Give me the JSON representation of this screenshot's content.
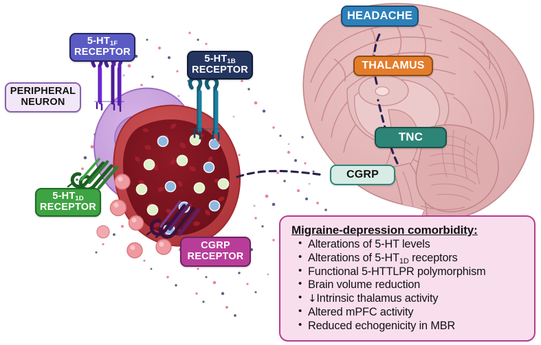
{
  "figure": {
    "kind": "migraine-pathophysiology-diagram",
    "background": "#ffffff"
  },
  "brain_labels": [
    {
      "id": "headache",
      "text": "HEADACHE",
      "fill": "#2d80b9",
      "border": "#1d4f75",
      "text_color": "#ffffff"
    },
    {
      "id": "thalamus",
      "text": "THALAMUS",
      "fill": "#e37d2c",
      "border": "#8e4a14",
      "text_color": "#ffffff"
    },
    {
      "id": "tnc",
      "text": "TNC",
      "fill": "#2d8577",
      "border": "#1b5048",
      "text_color": "#ffffff"
    },
    {
      "id": "cgrp",
      "text": "CGRP",
      "fill": "#d6ece4",
      "border": "#2d8577",
      "text_color": "#111111"
    }
  ],
  "cell_labels": {
    "peripheral_neuron": {
      "line1": "PERIPHERAL",
      "line2": "NEURON",
      "fill": "#f1e7f6",
      "border": "#8a5fae",
      "text_color": "#111111"
    },
    "receptor_5ht1f": {
      "line1_prefix": "5-HT",
      "line1_sub": "1F",
      "line2": "RECEPTOR",
      "fill": "#5b5bc4",
      "border": "#24245e",
      "text_color": "#ffffff"
    },
    "receptor_5ht1b": {
      "line1_prefix": "5-HT",
      "line1_sub": "1B",
      "line2": "RECEPTOR",
      "fill": "#243560",
      "border": "#121b33",
      "text_color": "#ffffff"
    },
    "receptor_5ht1d": {
      "line1_prefix": "5-HT",
      "line1_sub": "1D",
      "line2": "RECEPTOR",
      "fill": "#3ea342",
      "border": "#1d6b25",
      "text_color": "#ffffff"
    },
    "receptor_cgrp": {
      "line1": "CGRP",
      "line2": "RECEPTOR",
      "fill": "#b83d99",
      "border": "#6e2363",
      "text_color": "#ffffff"
    }
  },
  "comorbidity_panel": {
    "title": "Migraine-depression comorbidity:",
    "fill": "#f9dfee",
    "border": "#b43c90",
    "items": [
      {
        "prefix": "",
        "text": "Alterations of 5-HT levels",
        "sub": "",
        "suffix": ""
      },
      {
        "prefix": "",
        "text": "Alterations of 5-HT",
        "sub": "1D",
        "suffix": " receptors"
      },
      {
        "prefix": "",
        "text": "Functional 5-HTTLPR polymorphism",
        "sub": "",
        "suffix": ""
      },
      {
        "prefix": "",
        "text": "Brain volume reduction",
        "sub": "",
        "suffix": ""
      },
      {
        "prefix": "↓",
        "text": "Intrinsic thalamus activity",
        "sub": "",
        "suffix": ""
      },
      {
        "prefix": "",
        "text": "Altered mPFC activity",
        "sub": "",
        "suffix": ""
      },
      {
        "prefix": "",
        "text": "Reduced echogenicity in MBR",
        "sub": "",
        "suffix": ""
      }
    ]
  },
  "palette": {
    "brain_fill": "#e3b4b6",
    "brain_line": "#c08588",
    "neuron_fill": "#c9a0dd",
    "neuron_border": "#9b6cc0",
    "nucleus_fill": "#b88fd0",
    "vessel_outer": "#c4474b",
    "vessel_inner": "#7d1520",
    "receptor_purple": "#5b21b6",
    "receptor_teal": "#17708e",
    "receptor_green": "#2e7d32",
    "receptor_plum": "#4a1d52",
    "dash_line": "#2b2150",
    "particle_pink": "#e8859e",
    "particle_navy": "#3f3f72"
  }
}
